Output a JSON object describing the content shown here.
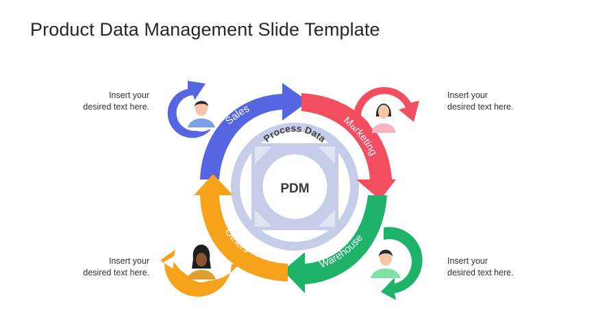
{
  "slide": {
    "title": "Product Data Management Slide Template"
  },
  "hub": {
    "arc_text": "Process Data",
    "center_text": "PDM",
    "color": "#c5cde8"
  },
  "segments": [
    {
      "label": "Sales",
      "color": "#5566e0"
    },
    {
      "label": "Marketing",
      "color": "#f24e5f"
    },
    {
      "label": "Warehouse",
      "color": "#1fb36a"
    },
    {
      "label": "Others",
      "color": "#f7a21b"
    }
  ],
  "notes": {
    "top_left": {
      "line1": "Insert your",
      "line2": "desired text here."
    },
    "top_right": {
      "line1": "Insert your",
      "line2": "desired text here."
    },
    "bottom_left": {
      "line1": "Insert your",
      "line2": "desired text here."
    },
    "bottom_right": {
      "line1": "Insert your",
      "line2": "desired text here."
    }
  }
}
